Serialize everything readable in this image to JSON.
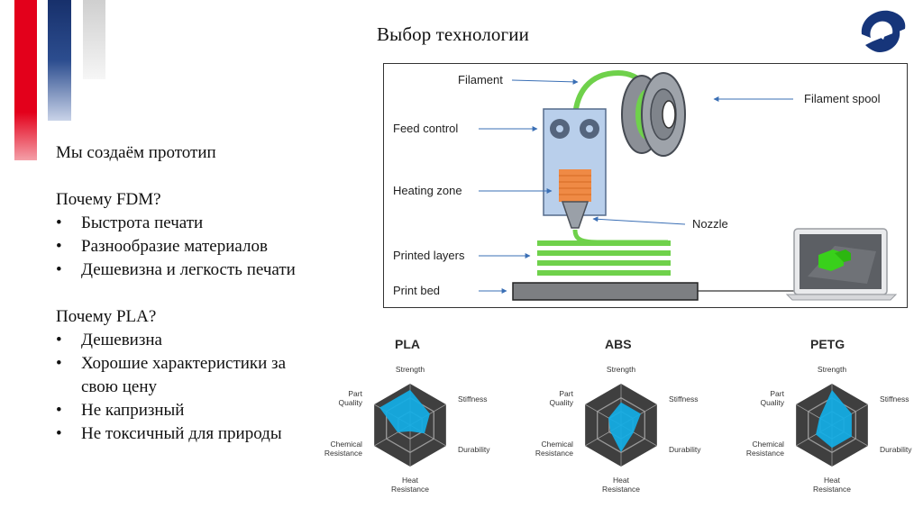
{
  "slide": {
    "title": "Выбор технологии"
  },
  "left": {
    "heading": "Мы создаём прототип",
    "section1_title": "Почему FDM?",
    "section1_items": [
      "Быстрота печати",
      "Разнообразие материалов",
      "Дешевизна и легкость печати"
    ],
    "section2_title": "Почему PLA?",
    "section2_items": [
      "Дешевизна",
      "Хорошие характеристики за свою цену",
      "Не капризный",
      "Не токсичный для природы"
    ]
  },
  "diagram": {
    "labels": {
      "filament": "Filament",
      "feed_control": "Feed control",
      "heating_zone": "Heating zone",
      "printed_layers": "Printed layers",
      "print_bed": "Print bed",
      "filament_spool": "Filament spool",
      "nozzle": "Nozzle"
    }
  },
  "radars": {
    "axes": [
      "Strength",
      "Stiffness",
      "Durability",
      "Heat Resistance",
      "Chemical Resistance",
      "Part Quality"
    ],
    "materials": [
      {
        "name": "PLA",
        "values": [
          0.85,
          0.55,
          0.4,
          0.15,
          0.35,
          0.85
        ]
      },
      {
        "name": "ABS",
        "values": [
          0.55,
          0.55,
          0.35,
          0.65,
          0.3,
          0.35
        ]
      },
      {
        "name": "PETG",
        "values": [
          0.85,
          0.55,
          0.55,
          0.55,
          0.45,
          0.35
        ]
      }
    ],
    "colors": {
      "face": "#3f3f3f",
      "fill": "#12aee6",
      "grid": "#9a9a9a"
    }
  }
}
